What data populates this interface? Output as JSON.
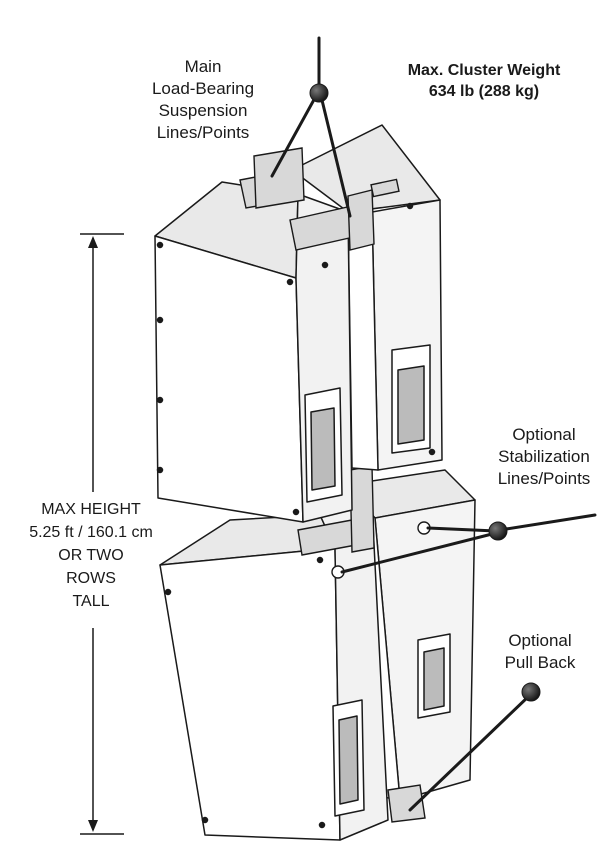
{
  "labels": {
    "main_suspension": [
      "Main",
      "Load-Bearing",
      "Suspension",
      "Lines/Points"
    ],
    "cluster_weight": [
      "Max. Cluster Weight",
      "634 lb (288 kg)"
    ],
    "stabilization": [
      "Optional",
      "Stabilization",
      "Lines/Points"
    ],
    "pull_back": [
      "Optional",
      "Pull Back"
    ],
    "max_height": [
      "MAX HEIGHT",
      "5.25 ft / 160.1 cm",
      "OR TWO",
      "ROWS",
      "TALL"
    ]
  },
  "colors": {
    "line": "#1a1a1a",
    "cabinet_face": "#ffffff",
    "cabinet_side": "#f2f2f2",
    "cabinet_top": "#e9e9e9",
    "hardware": "#d8d8d8"
  }
}
